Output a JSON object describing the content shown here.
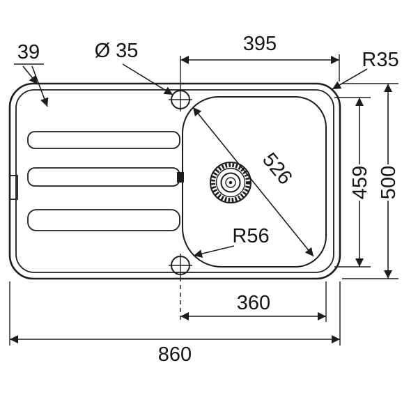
{
  "drawing": {
    "type": "sink-technical-drawing",
    "colors": {
      "ink": "#1c1c1c",
      "background": "#ffffff"
    },
    "dims": {
      "rim_width": "39",
      "tap_hole": "Ø 35",
      "top_width": "395",
      "corner_radius": "R35",
      "diagonal": "526",
      "basin_height": "459",
      "overall_height": "500",
      "basin_radius": "R56",
      "basin_width": "360",
      "overall_width": "860"
    }
  }
}
